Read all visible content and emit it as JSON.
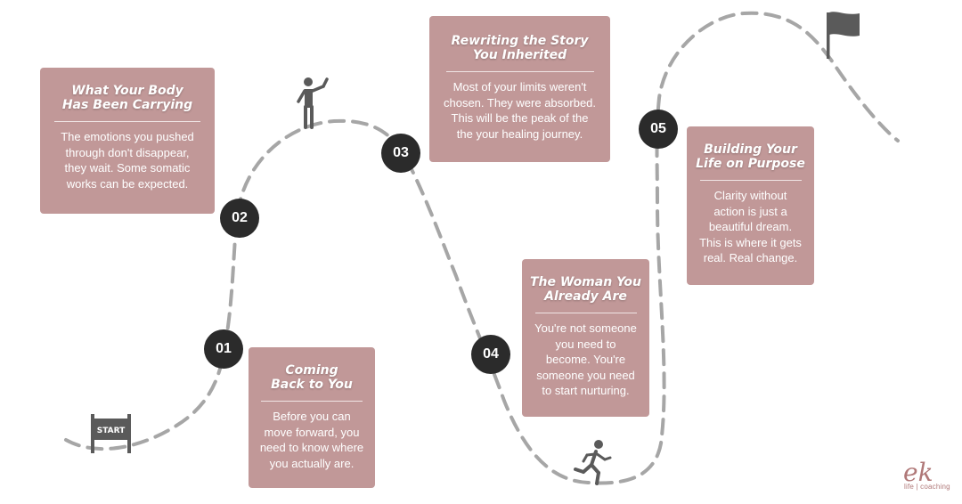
{
  "start_sign": "START",
  "steps": [
    {
      "number": "01",
      "title": "Coming\nBack to You",
      "text": "Before you can\nmove forward, you\nneed to know where\nyou actually are."
    },
    {
      "number": "02",
      "title": "What Your Body\nHas Been Carrying",
      "text": "The emotions you pushed\nthrough don't disappear,\nthey wait. Some somatic\nworks can be expected."
    },
    {
      "number": "03",
      "title": "Rewriting the Story\nYou Inherited",
      "text": "Most of your limits weren't\nchosen. They were absorbed.\nThis will be the peak of the\nthe your healing journey."
    },
    {
      "number": "04",
      "title": "The Woman You\nAlready Are",
      "text": "You're not someone\nyou need to\nbecome. You're\nsomeone you need\nto start nurturing."
    },
    {
      "number": "05",
      "title": "Building Your\nLife on Purpose",
      "text": "Clarity without\naction is just a\nbeautiful dream.\nThis is where it gets\nreal. Real change."
    }
  ],
  "logo": {
    "mark": "ek",
    "subtitle": "life | coaching"
  },
  "colors": {
    "card": "#c19898",
    "badge": "#2b2b2b",
    "path": "#a6a6a6",
    "icon": "#5a5a5a",
    "logo": "#b07878"
  },
  "icons": [
    "start-sign-icon",
    "standing-person-icon",
    "running-person-icon",
    "finish-flag-icon"
  ]
}
